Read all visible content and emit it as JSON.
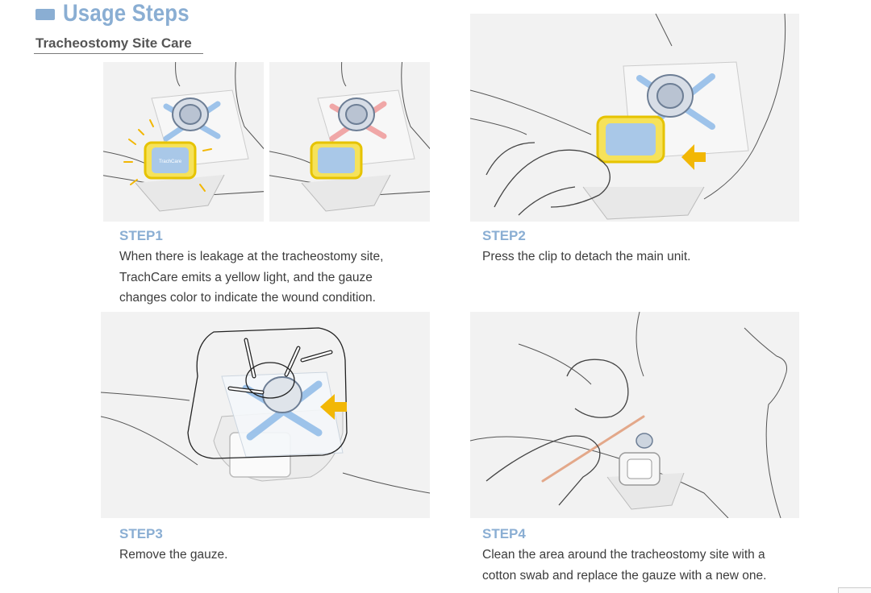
{
  "header": {
    "title": "Usage Steps",
    "subtitle": "Tracheostomy Site Care"
  },
  "steps": [
    {
      "label": "STEP1",
      "text": "When there is leakage at the tracheostomy site, TrachCare emits a yellow light, and the gauze changes color to indicate the wound condition."
    },
    {
      "label": "STEP2",
      "text": "Press the clip to detach the main unit."
    },
    {
      "label": "STEP3",
      "text": "Remove the gauze."
    },
    {
      "label": "STEP4",
      "text": "Clean the area around the tracheostomy site with a cotton swab and replace the gauze with a new one."
    }
  ],
  "device": {
    "brand": "TrachCare"
  },
  "colors": {
    "accent": "#8aaed3",
    "light_yellow": "#f5c400",
    "gauze_blue": "#7fb2e3",
    "gauze_red": "#ef9a9a",
    "device_blue": "#a9c8e8",
    "arrow": "#f2b705",
    "swab": "#e3a88a"
  }
}
